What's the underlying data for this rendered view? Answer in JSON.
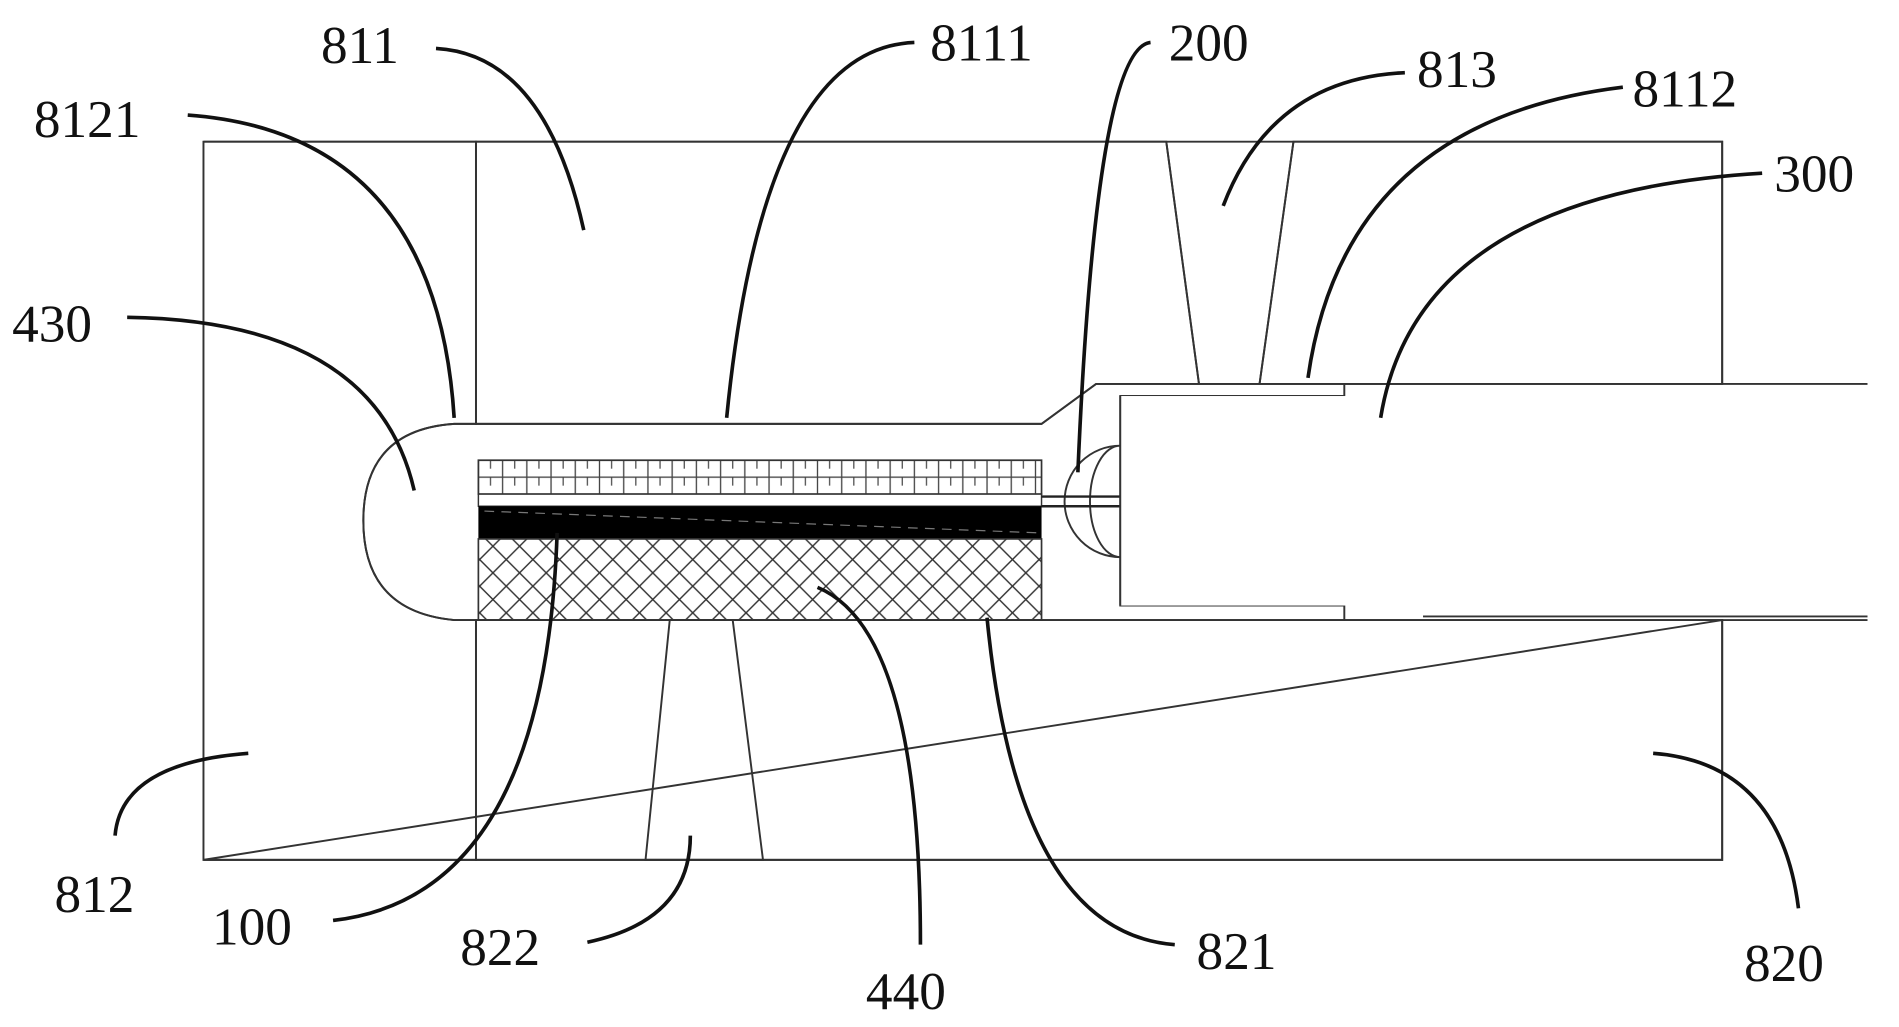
{
  "labels": {
    "l811": "811",
    "l8111": "8111",
    "l200": "200",
    "l813": "813",
    "l8112": "8112",
    "l300": "300",
    "l8121": "8121",
    "l430": "430",
    "l812": "812",
    "l100": "100",
    "l822": "822",
    "l440": "440",
    "l821": "821",
    "l820": "820"
  },
  "colors": {
    "line": "#333333",
    "fill": "#ffffff",
    "dark": "#000000"
  }
}
